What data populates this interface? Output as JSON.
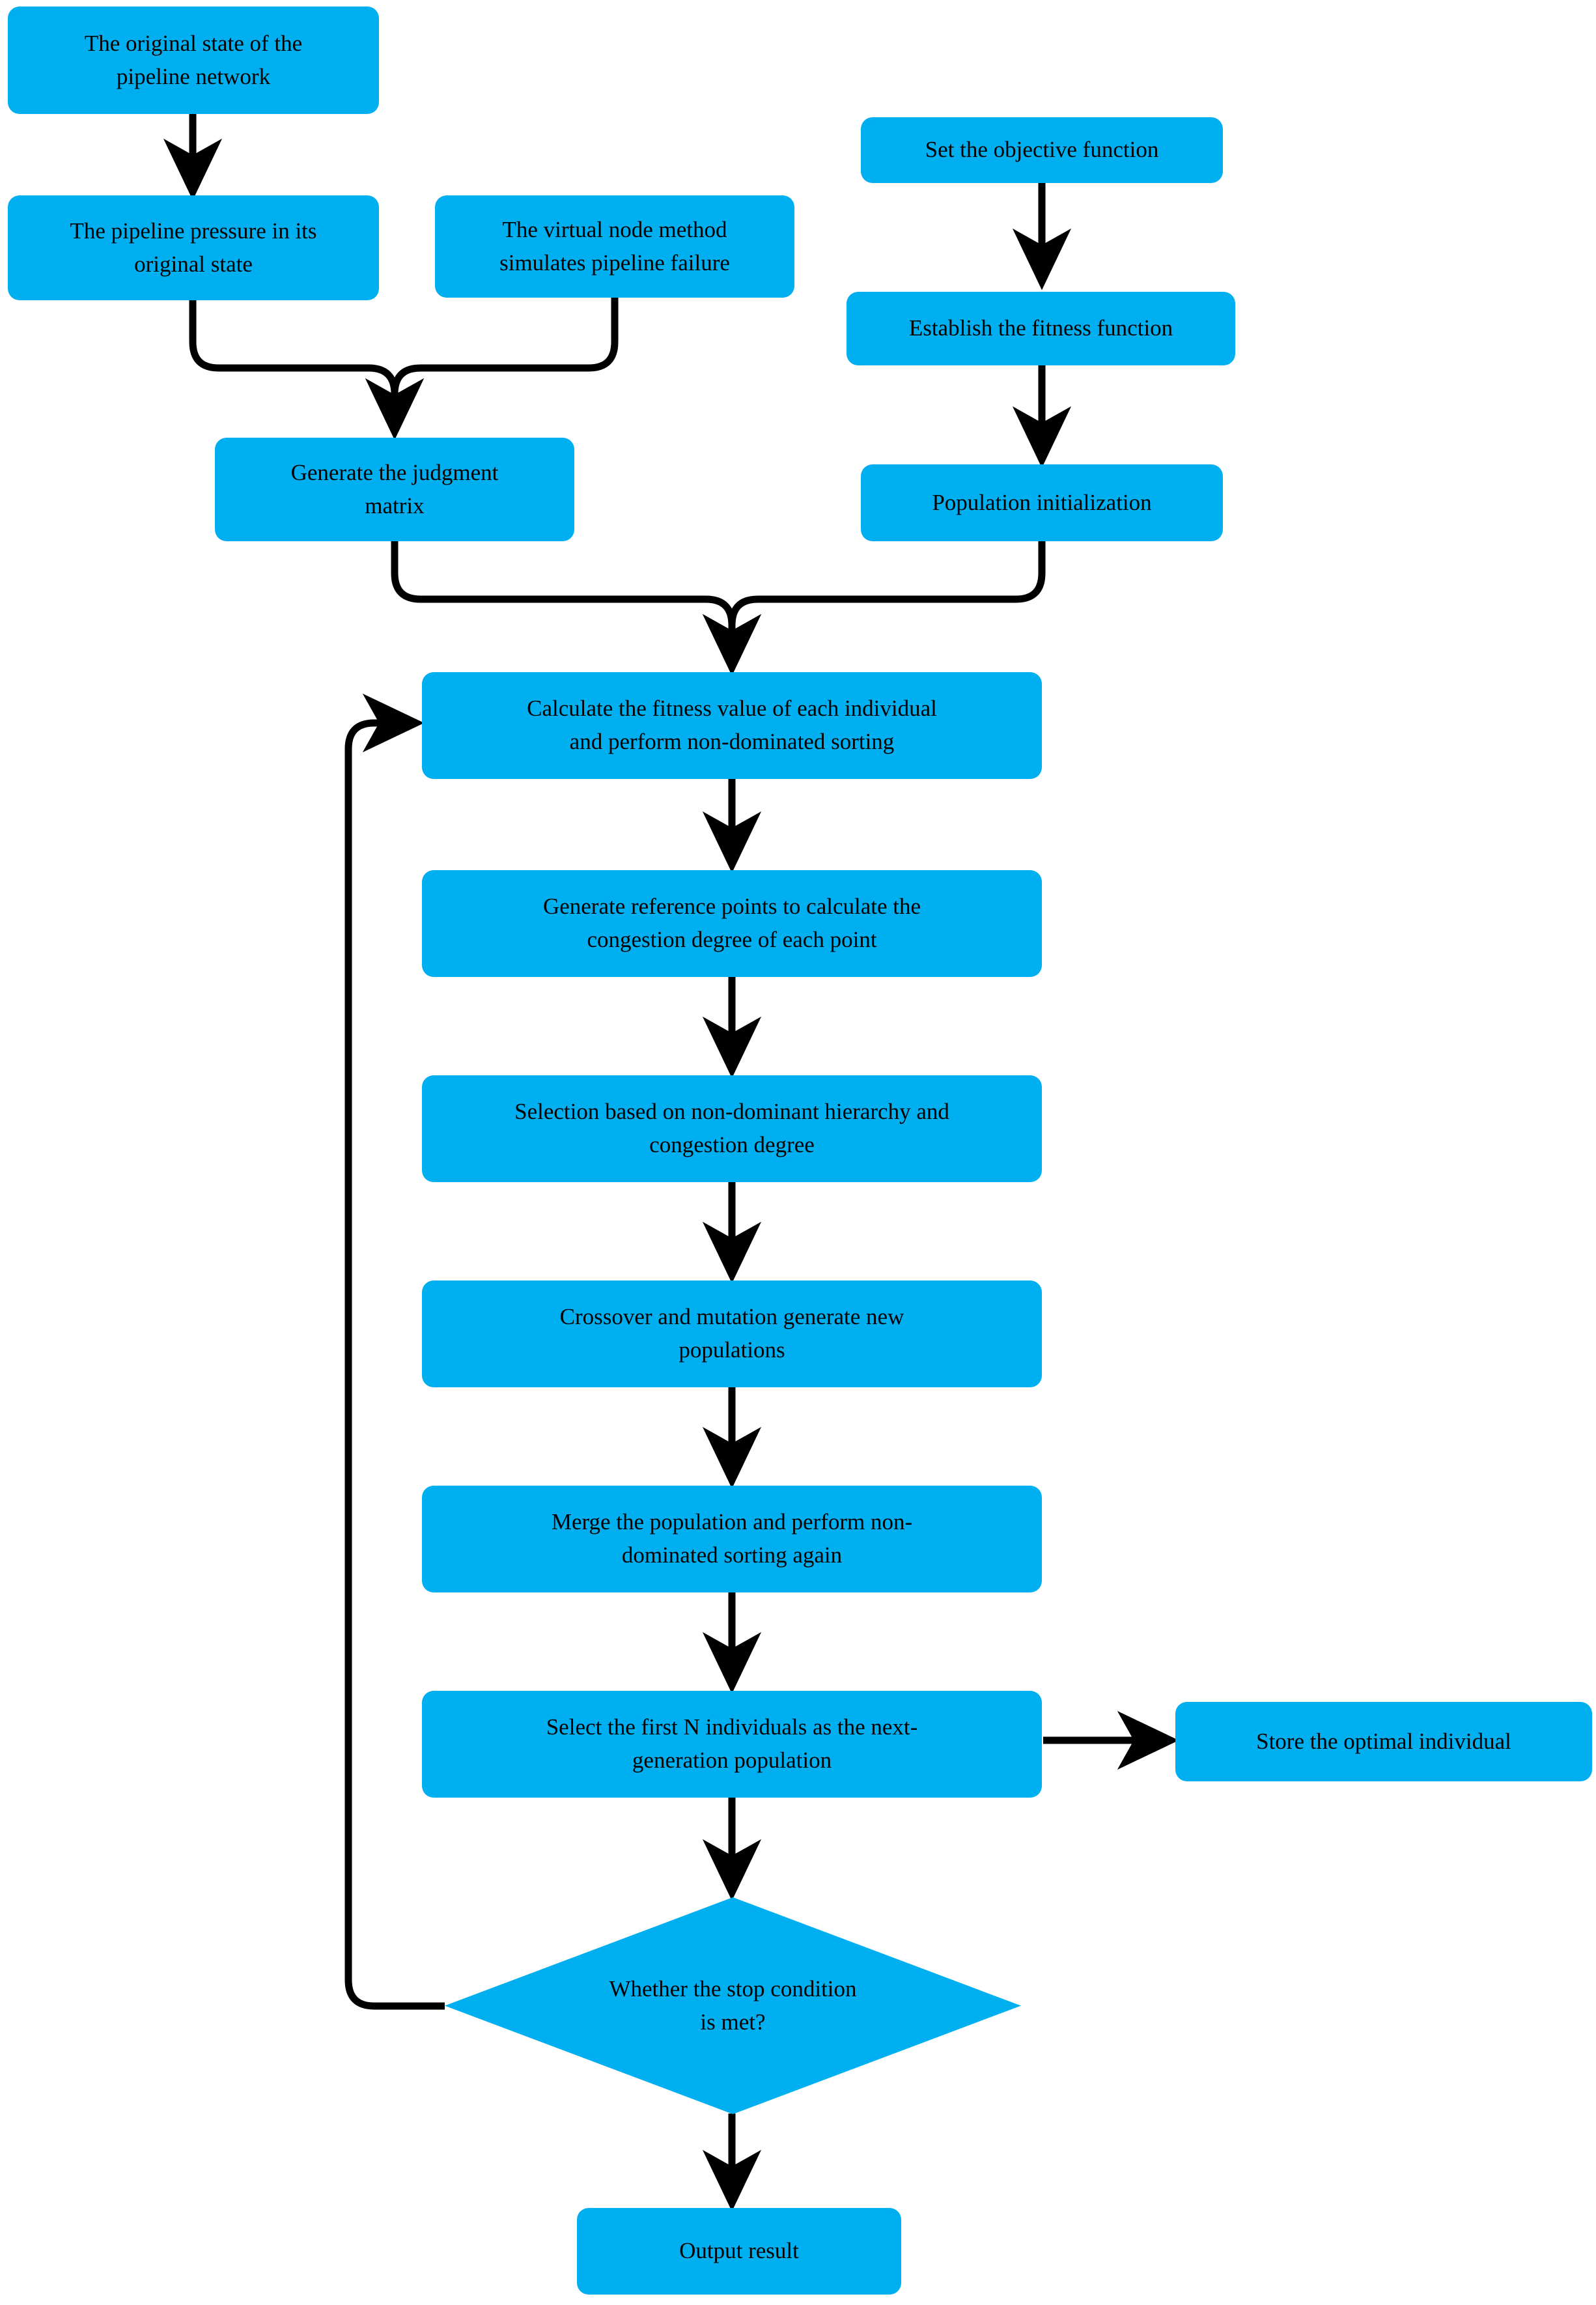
{
  "diagram": {
    "title": "NSGA-III pipeline network optimization flowchart",
    "type": "flowchart",
    "accent_color": "#00AFF0",
    "edge_color": "#000000",
    "background_color": "#FFFFFF",
    "nodes": [
      {
        "id": "original_state",
        "shape": "rounded-rect",
        "label": "The original state of the\npipeline network"
      },
      {
        "id": "pipeline_pressure",
        "shape": "rounded-rect",
        "label": "The pipeline pressure in its\noriginal state"
      },
      {
        "id": "virtual_node",
        "shape": "rounded-rect",
        "label": "The virtual node method\nsimulates pipeline failure"
      },
      {
        "id": "judgment_matrix",
        "shape": "rounded-rect",
        "label": "Generate the judgment\nmatrix"
      },
      {
        "id": "objective_function",
        "shape": "rounded-rect",
        "label": "Set the objective function"
      },
      {
        "id": "fitness_function",
        "shape": "rounded-rect",
        "label": "Establish the fitness function"
      },
      {
        "id": "population_init",
        "shape": "rounded-rect",
        "label": "Population initialization"
      },
      {
        "id": "calc_fitness",
        "shape": "rounded-rect",
        "label": "Calculate the fitness value of each individual\nand perform non-dominated sorting"
      },
      {
        "id": "reference_points",
        "shape": "rounded-rect",
        "label": "Generate reference points to calculate the\ncongestion degree of each point"
      },
      {
        "id": "selection",
        "shape": "rounded-rect",
        "label": "Selection based on non-dominant hierarchy and\ncongestion degree"
      },
      {
        "id": "crossover_mutation",
        "shape": "rounded-rect",
        "label": "Crossover and mutation generate new\npopulations"
      },
      {
        "id": "merge_population",
        "shape": "rounded-rect",
        "label": "Merge the population and perform non-\ndominated sorting again"
      },
      {
        "id": "select_first_n",
        "shape": "rounded-rect",
        "label": "Select the first N individuals as the next-\ngeneration population"
      },
      {
        "id": "store_optimal",
        "shape": "rounded-rect",
        "label": "Store the optimal individual"
      },
      {
        "id": "stop_condition",
        "shape": "diamond",
        "label": "Whether the stop condition\nis met?"
      },
      {
        "id": "output_result",
        "shape": "rounded-rect",
        "label": "Output result"
      }
    ],
    "edges": [
      {
        "from": "original_state",
        "to": "pipeline_pressure",
        "style": "straight-down",
        "arrow": true
      },
      {
        "from": "pipeline_pressure",
        "to": "judgment_matrix",
        "style": "elbow-merge",
        "arrow": true
      },
      {
        "from": "virtual_node",
        "to": "judgment_matrix",
        "style": "elbow-merge",
        "arrow": true
      },
      {
        "from": "objective_function",
        "to": "fitness_function",
        "style": "straight-down",
        "arrow": true
      },
      {
        "from": "fitness_function",
        "to": "population_init",
        "style": "straight-down",
        "arrow": true
      },
      {
        "from": "judgment_matrix",
        "to": "calc_fitness",
        "style": "elbow-merge",
        "arrow": true
      },
      {
        "from": "population_init",
        "to": "calc_fitness",
        "style": "elbow-merge",
        "arrow": true
      },
      {
        "from": "calc_fitness",
        "to": "reference_points",
        "style": "straight-down",
        "arrow": true
      },
      {
        "from": "reference_points",
        "to": "selection",
        "style": "straight-down",
        "arrow": true
      },
      {
        "from": "selection",
        "to": "crossover_mutation",
        "style": "straight-down",
        "arrow": true
      },
      {
        "from": "crossover_mutation",
        "to": "merge_population",
        "style": "straight-down",
        "arrow": true
      },
      {
        "from": "merge_population",
        "to": "select_first_n",
        "style": "straight-down",
        "arrow": true
      },
      {
        "from": "select_first_n",
        "to": "store_optimal",
        "style": "straight-right",
        "arrow": true
      },
      {
        "from": "select_first_n",
        "to": "stop_condition",
        "style": "straight-down",
        "arrow": true
      },
      {
        "from": "stop_condition",
        "to": "calc_fitness",
        "style": "feedback-loop-left",
        "arrow": true
      },
      {
        "from": "stop_condition",
        "to": "output_result",
        "style": "straight-down",
        "arrow": true
      }
    ]
  }
}
